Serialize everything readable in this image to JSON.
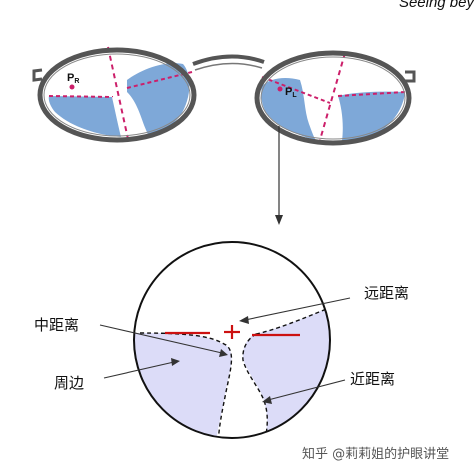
{
  "header": {
    "corner_text": "Seeing bey"
  },
  "glasses": {
    "right_lens_label": "P",
    "right_lens_subscript": "R",
    "left_lens_label": "P",
    "left_lens_subscript": "L"
  },
  "detail": {
    "label_far": "远距离",
    "label_intermediate": "中距离",
    "label_periphery": "周边",
    "label_near": "近距离"
  },
  "watermark": {
    "text": "知乎 @莉莉姐的护眼讲堂"
  },
  "colors": {
    "lens_blue": "#7ea8d8",
    "zone_lavender": "#dcdcf8",
    "accent_pink": "#cc1f6a",
    "far_line_red": "#cc1111",
    "frame_gray": "#555555"
  }
}
